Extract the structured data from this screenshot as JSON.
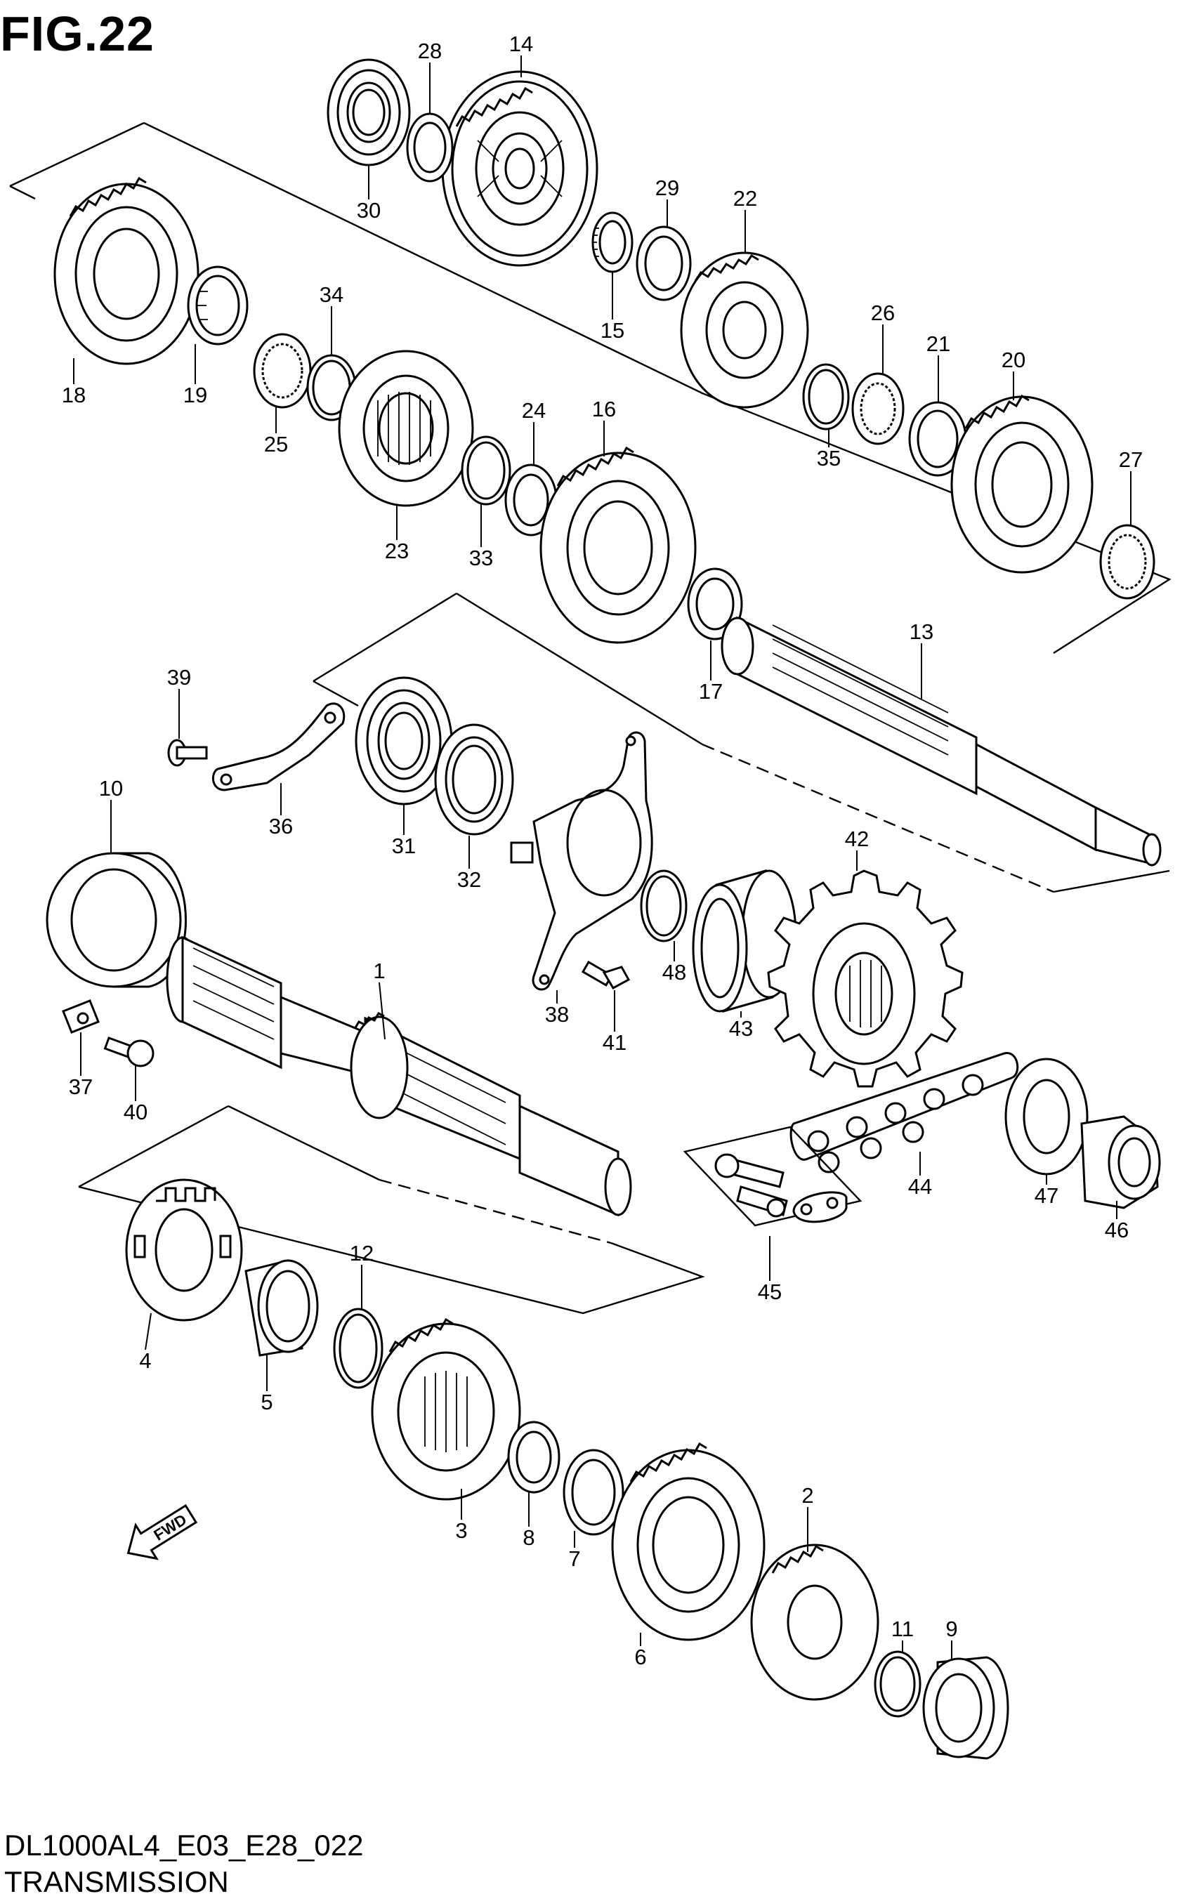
{
  "figure": {
    "title": "FIG.22",
    "code": "DL1000AL4_E03_E28_022",
    "name": "TRANSMISSION"
  },
  "direction_marker": {
    "label": "FWD",
    "icon": "fwd-arrow-icon"
  },
  "callouts": [
    {
      "id": "c1",
      "label": "1"
    },
    {
      "id": "c2",
      "label": "2"
    },
    {
      "id": "c3",
      "label": "3"
    },
    {
      "id": "c4",
      "label": "4"
    },
    {
      "id": "c5",
      "label": "5"
    },
    {
      "id": "c6",
      "label": "6"
    },
    {
      "id": "c7",
      "label": "7"
    },
    {
      "id": "c8",
      "label": "8"
    },
    {
      "id": "c9",
      "label": "9"
    },
    {
      "id": "c10",
      "label": "10"
    },
    {
      "id": "c11",
      "label": "11"
    },
    {
      "id": "c12",
      "label": "12"
    },
    {
      "id": "c13",
      "label": "13"
    },
    {
      "id": "c14",
      "label": "14"
    },
    {
      "id": "c15",
      "label": "15"
    },
    {
      "id": "c16",
      "label": "16"
    },
    {
      "id": "c17",
      "label": "17"
    },
    {
      "id": "c18",
      "label": "18"
    },
    {
      "id": "c19",
      "label": "19"
    },
    {
      "id": "c20",
      "label": "20"
    },
    {
      "id": "c21",
      "label": "21"
    },
    {
      "id": "c22",
      "label": "22"
    },
    {
      "id": "c23",
      "label": "23"
    },
    {
      "id": "c24",
      "label": "24"
    },
    {
      "id": "c25",
      "label": "25"
    },
    {
      "id": "c26",
      "label": "26"
    },
    {
      "id": "c27",
      "label": "27"
    },
    {
      "id": "c28",
      "label": "28"
    },
    {
      "id": "c29",
      "label": "29"
    },
    {
      "id": "c30",
      "label": "30"
    },
    {
      "id": "c31",
      "label": "31"
    },
    {
      "id": "c32",
      "label": "32"
    },
    {
      "id": "c33",
      "label": "33"
    },
    {
      "id": "c34",
      "label": "34"
    },
    {
      "id": "c35",
      "label": "35"
    },
    {
      "id": "c36",
      "label": "36"
    },
    {
      "id": "c37",
      "label": "37"
    },
    {
      "id": "c38",
      "label": "38"
    },
    {
      "id": "c39",
      "label": "39"
    },
    {
      "id": "c40",
      "label": "40"
    },
    {
      "id": "c41",
      "label": "41"
    },
    {
      "id": "c42",
      "label": "42"
    },
    {
      "id": "c43",
      "label": "43"
    },
    {
      "id": "c44",
      "label": "44"
    },
    {
      "id": "c45",
      "label": "45"
    },
    {
      "id": "c46",
      "label": "46"
    },
    {
      "id": "c47",
      "label": "47"
    },
    {
      "id": "c48",
      "label": "48"
    }
  ]
}
